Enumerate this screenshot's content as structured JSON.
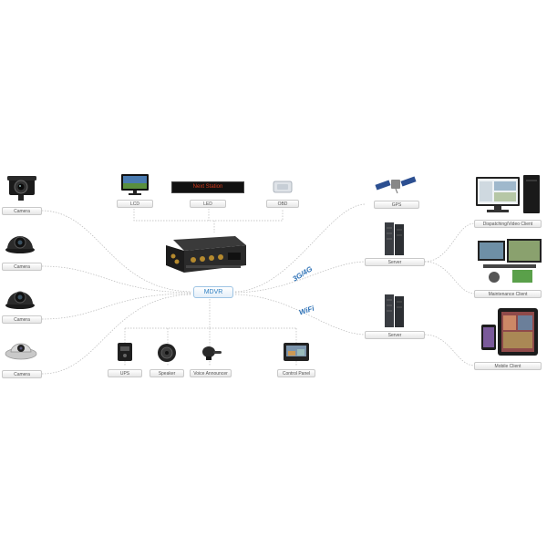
{
  "diagram": {
    "hub_label": "MDVR",
    "left_devices": [
      "Camera",
      "Camera",
      "Camera",
      "Camera"
    ],
    "top_devices": [
      "LCD",
      "LED",
      "OBD"
    ],
    "led_text": "Next Station",
    "bottom_devices": [
      "UPS",
      "Speaker",
      "Voice Announcer",
      "Control Panel"
    ],
    "right_devices": [
      "GPS",
      "Server",
      "Server"
    ],
    "clients": [
      "Dispatching/Video Client",
      "Maintenance Client",
      "Mobile Client"
    ],
    "network_labels": [
      "3G/4G",
      "WiFi"
    ]
  }
}
